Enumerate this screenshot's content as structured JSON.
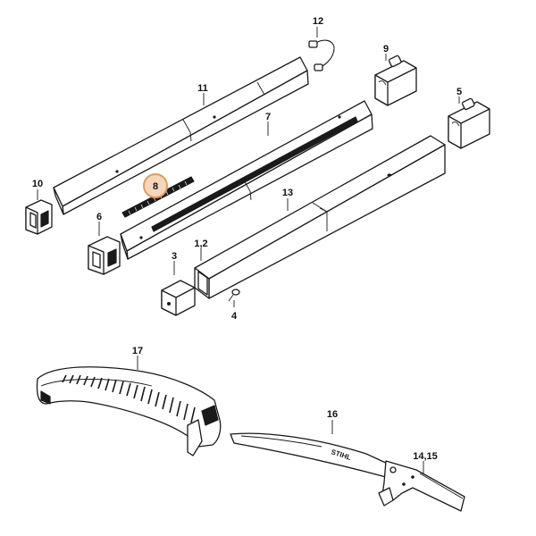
{
  "labels": {
    "p1_2": "1,2",
    "p3": "3",
    "p4": "4",
    "p5": "5",
    "p6": "6",
    "p7": "7",
    "p8": "8",
    "p9": "9",
    "p10": "10",
    "p11": "11",
    "p12": "12",
    "p13": "13",
    "p14_15": "14,15",
    "p16": "16",
    "p17": "17"
  },
  "brand": {
    "saw_text": "STIHL"
  },
  "colors": {
    "highlight_ring": "#e09a5f",
    "highlight_fill": "#f6d6ba",
    "ink": "#1a1a1a"
  }
}
